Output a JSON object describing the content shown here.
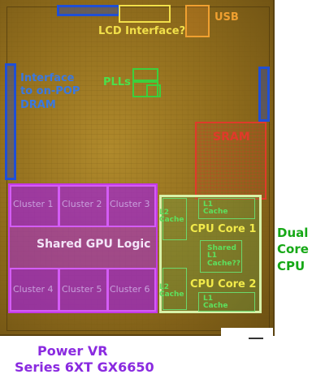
{
  "labels": {
    "usb": "USB",
    "lcd": "LCD Interface?",
    "plls": "PLLs",
    "pop_dram": [
      "Interface",
      "to on-POP",
      "DRAM"
    ],
    "sram": "SRAM",
    "clusters": [
      "Cluster 1",
      "Cluster 2",
      "Cluster 3",
      "Cluster 4",
      "Cluster 5",
      "Cluster 6"
    ],
    "shared_gpu": "Shared GPU Logic",
    "cpu_core_1": "CPU Core 1",
    "cpu_core_2": "CPU Core 2",
    "l2_top": [
      "L2",
      "Cache"
    ],
    "l1_top": [
      "L1",
      "Cache"
    ],
    "shared_l1": [
      "Shared",
      "L1",
      "Cache??"
    ],
    "l2_bottom": [
      "L2",
      "Cache"
    ],
    "l1_bottom": [
      "L1",
      "Cache"
    ],
    "dual_core": [
      "Dual",
      "Core",
      "CPU"
    ],
    "power_vr": [
      "Power VR",
      "Series 6XT GX6650"
    ]
  },
  "colors": {
    "interface_blue": "#1f4fd6",
    "lcd_yellow": "#f2e04a",
    "usb_orange": "#f0a030",
    "pll_green": "#3ccf3c",
    "sram_red": "#e03a2a",
    "gpu_purple": "#c43ae8",
    "cpu_green": "#d8f2a8",
    "caption_green": "#16a816",
    "caption_purple": "#8a2ae0"
  }
}
